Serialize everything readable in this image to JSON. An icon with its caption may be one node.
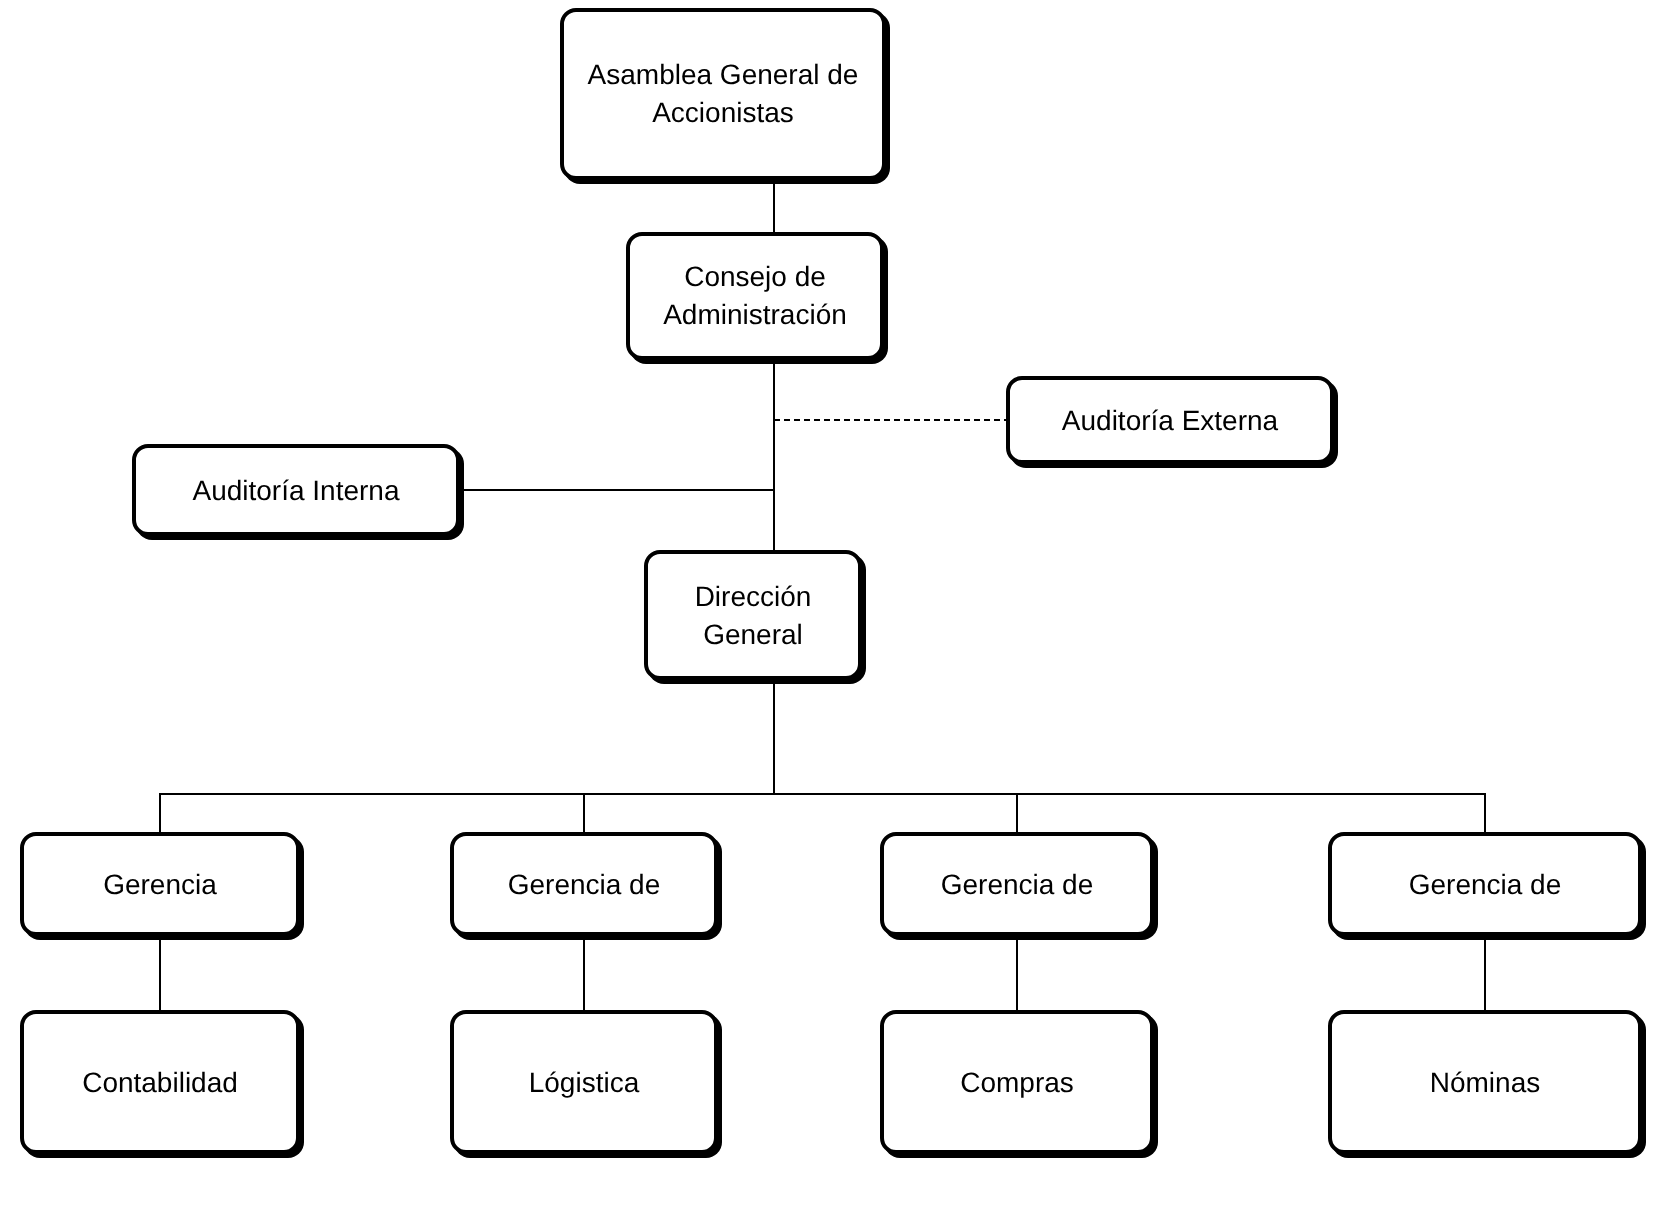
{
  "diagram": {
    "nodes": [
      {
        "text": [
          "Asamblea General de Accionistas"
        ]
      },
      {
        "text": [
          "Consejo de Administración"
        ]
      },
      {
        "text": [
          "Auditoría Externa"
        ]
      },
      {
        "text": [
          "Auditoría Interna"
        ]
      },
      {
        "text": [
          "Dirección General"
        ]
      },
      {
        "text": [
          "Gerencia"
        ]
      },
      {
        "text": [
          "Gerencia de"
        ]
      },
      {
        "text": [
          "Gerencia de"
        ]
      },
      {
        "text": [
          "Gerencia de"
        ]
      },
      {
        "text": [
          "Contabilidad"
        ]
      },
      {
        "text": [
          "Lógistica"
        ]
      },
      {
        "text": [
          "Compras"
        ]
      },
      {
        "text": [
          "Nóminas"
        ]
      }
    ],
    "edges": [
      {
        "from": 0,
        "to": 1,
        "arrow": "none"
      },
      {
        "from": 1,
        "to": 4,
        "arrow": "none"
      },
      {
        "from": 1,
        "to": 2,
        "arrow": "none",
        "style": "dashed"
      },
      {
        "from": 1,
        "to": 3,
        "arrow": "none"
      },
      {
        "from": 4,
        "to": 5,
        "arrow": "none"
      },
      {
        "from": 4,
        "to": 6,
        "arrow": "none"
      },
      {
        "from": 4,
        "to": 7,
        "arrow": "none"
      },
      {
        "from": 4,
        "to": 8,
        "arrow": "none"
      },
      {
        "from": 5,
        "to": 9,
        "arrow": "none"
      },
      {
        "from": 6,
        "to": 10,
        "arrow": "none"
      },
      {
        "from": 7,
        "to": 11,
        "arrow": "none"
      },
      {
        "from": 8,
        "to": 12,
        "arrow": "none"
      }
    ]
  }
}
